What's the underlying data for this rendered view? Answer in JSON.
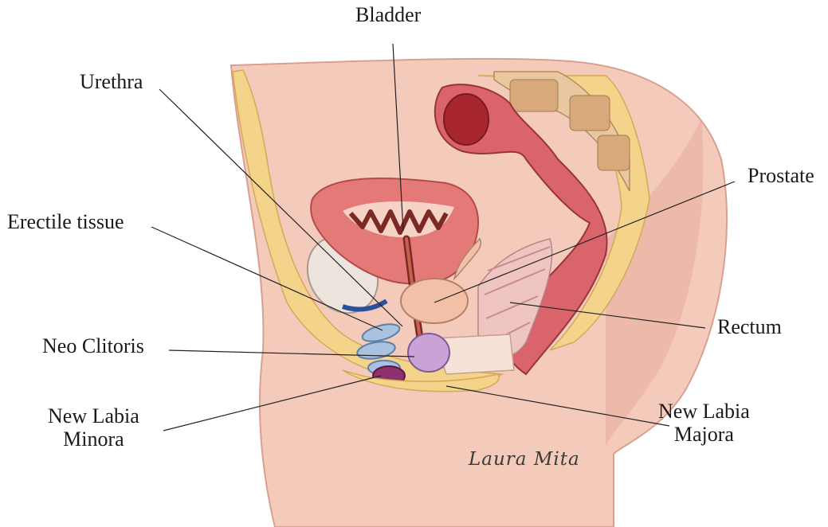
{
  "labels": {
    "bladder": "Bladder",
    "urethra": "Urethra",
    "prostate": "Prostate",
    "erectile_tissue": "Erectile tissue",
    "rectum": "Rectum",
    "neo_clitoris": "Neo Clitoris",
    "new_labia_minora": "New Labia\nMinora",
    "new_labia_majora": "New Labia\nMajora"
  },
  "signature": "Laura Mita",
  "colors": {
    "skin": "#f4cbbb",
    "skin_dark": "#e8a79a",
    "fat": "#f3d48a",
    "bladder": "#e47a78",
    "bladder_lining": "#7a2a22",
    "rectum": "#d9646b",
    "prostate": "#f1c0a6",
    "neo_clitoris": "#c9a2d8",
    "labia_minora": "#8e2f6e",
    "erectile_tissue": "#aac2df",
    "bone": "#e8c8a0",
    "leader_line": "#222222"
  }
}
